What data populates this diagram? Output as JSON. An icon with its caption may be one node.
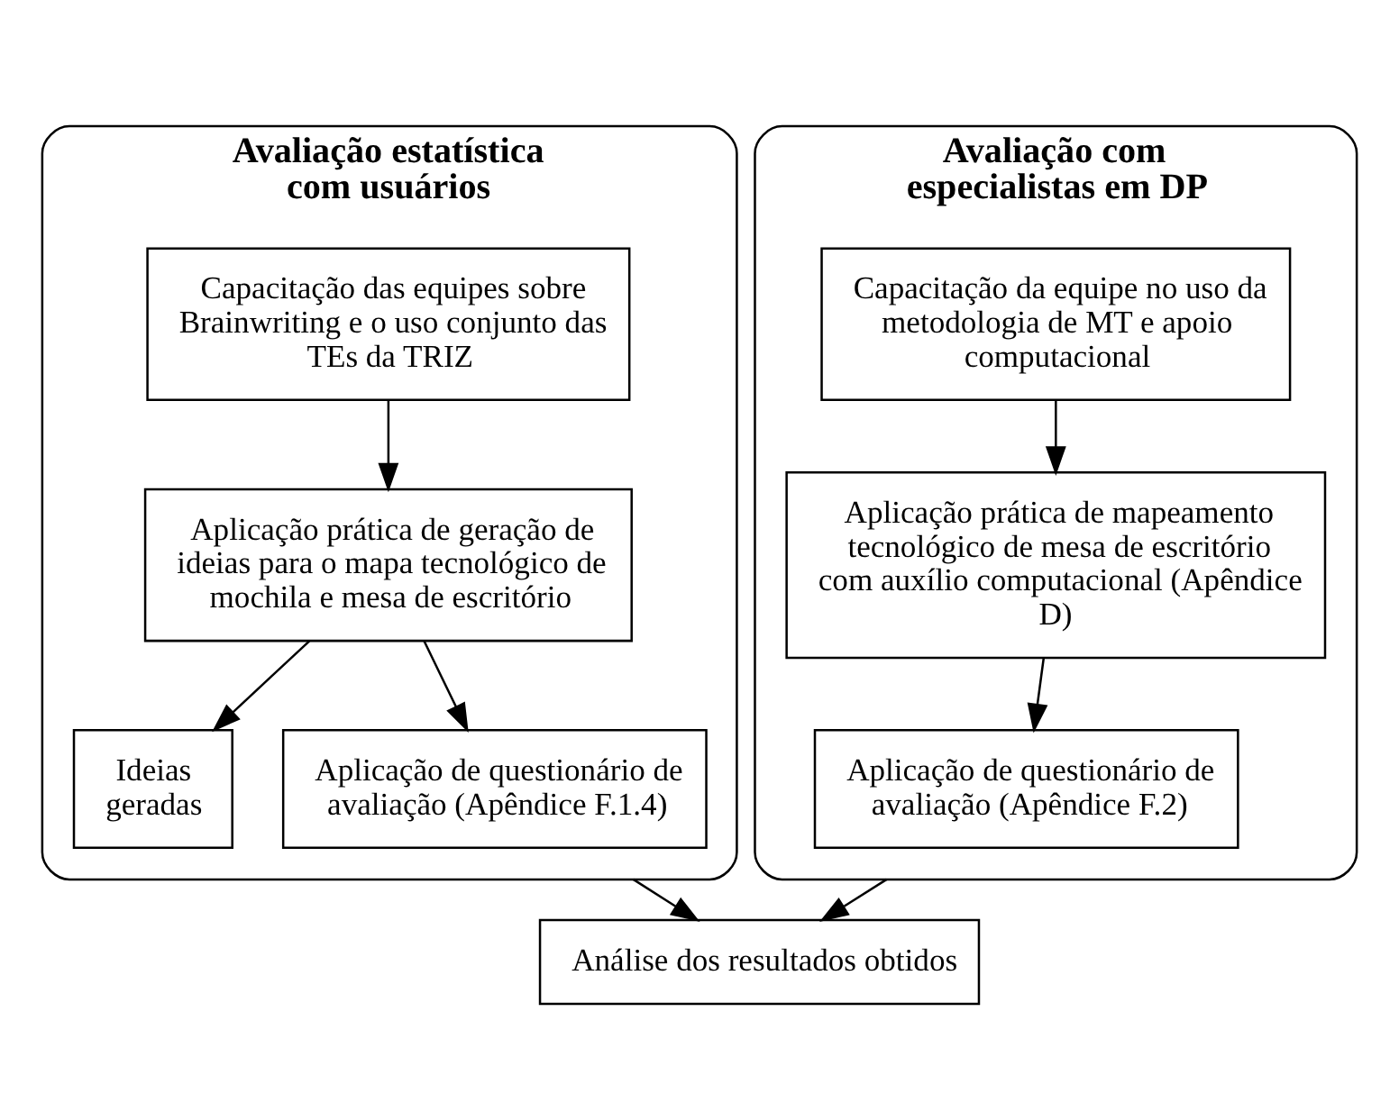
{
  "diagram": {
    "nodes": [
      {
        "text": [
          "Avaliação estatística com usuários"
        ]
      },
      {
        "text": [
          "Capacitação das equipes sobre Brainwriting e o uso conjunto das TEs da TRIZ"
        ],
        "in": 0
      },
      {
        "text": [
          "Aplicação prática de geração de ideias para o mapa tecnológico de mochila e mesa de escritório"
        ],
        "in": 0
      },
      {
        "text": [
          "Ideias geradas"
        ],
        "in": 0
      },
      {
        "text": [
          "Aplicação de questionário de avaliação (Apêndice F.1.4)"
        ],
        "in": 0
      },
      {
        "text": [
          "Avaliação com especialistas em DP"
        ]
      },
      {
        "text": [
          "Capacitação da equipe no uso da metodologia de MT e apoio computacional"
        ],
        "in": 5
      },
      {
        "text": [
          "Aplicação prática de mapeamento tecnológico de mesa de escritório com auxílio computacional (Apêndice D)"
        ],
        "in": 5
      },
      {
        "text": [
          "Aplicação de questionário de avaliação (Apêndice F.2)"
        ],
        "in": 5
      },
      {
        "text": [
          "Análise dos resultados obtidos"
        ]
      }
    ],
    "edges": [
      {
        "from": 1,
        "to": 2,
        "arrow": "to"
      },
      {
        "from": 2,
        "to": 3,
        "arrow": "to"
      },
      {
        "from": 2,
        "to": 4,
        "arrow": "to"
      },
      {
        "from": 6,
        "to": 7,
        "arrow": "to"
      },
      {
        "from": 7,
        "to": 8,
        "arrow": "to"
      },
      {
        "from": 0,
        "to": 9,
        "arrow": "to"
      },
      {
        "from": 5,
        "to": 9,
        "arrow": "to"
      }
    ]
  }
}
